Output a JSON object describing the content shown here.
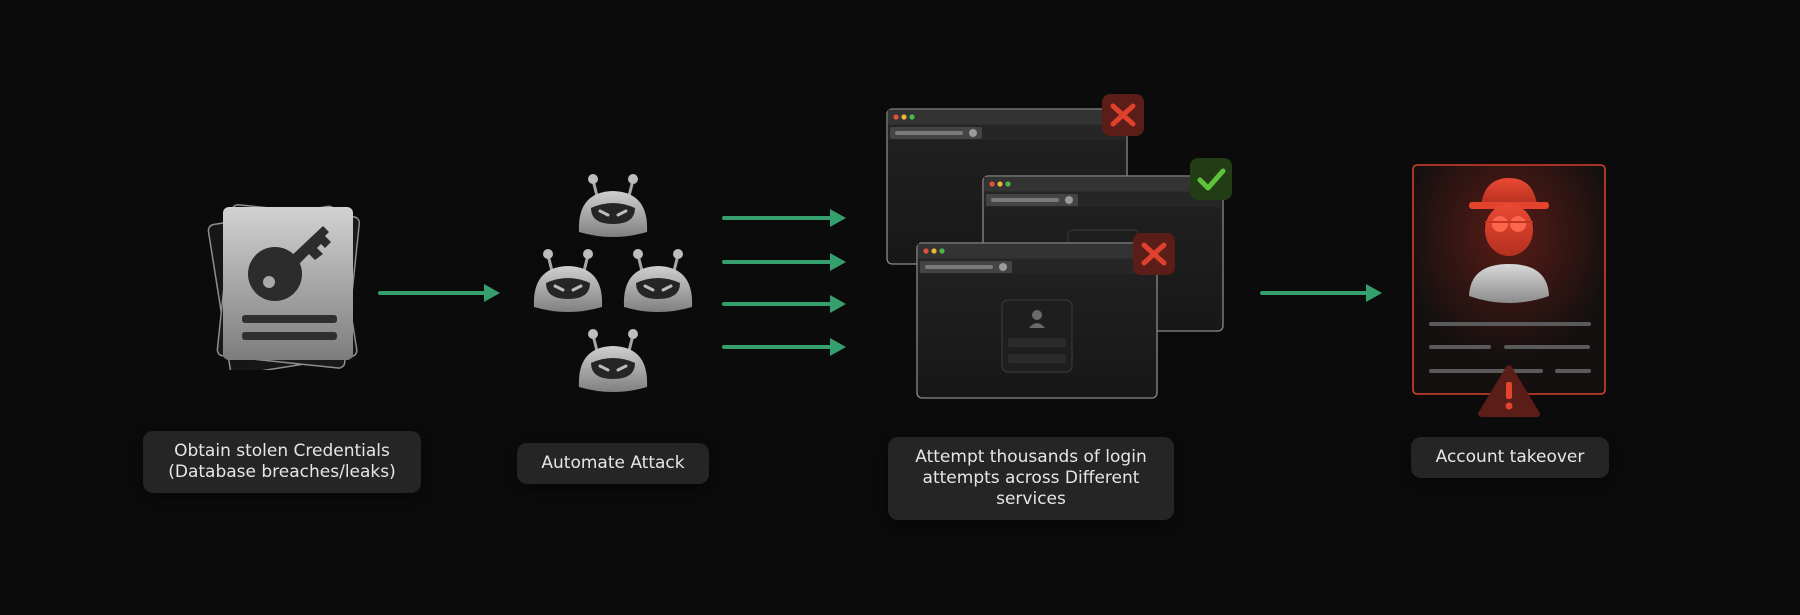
{
  "steps": [
    {
      "label": "Obtain stolen Credentials\n(Database breaches/leaks)",
      "icon": "key-document-icon"
    },
    {
      "label": "Automate Attack",
      "icon": "bot-icon"
    },
    {
      "label": "Attempt thousands of login\nattempts across Different\nservices",
      "icon": "browser-window-icon"
    },
    {
      "label": "Account takeover",
      "icon": "hacker-profile-icon"
    }
  ],
  "colors": {
    "background": "#0b0b0b",
    "arrow": "#35a06e",
    "label_bg": "#252525",
    "label_text": "#e6e6e6",
    "fail": "#e0402e",
    "success": "#5fc23a",
    "danger": "#e5432d"
  }
}
